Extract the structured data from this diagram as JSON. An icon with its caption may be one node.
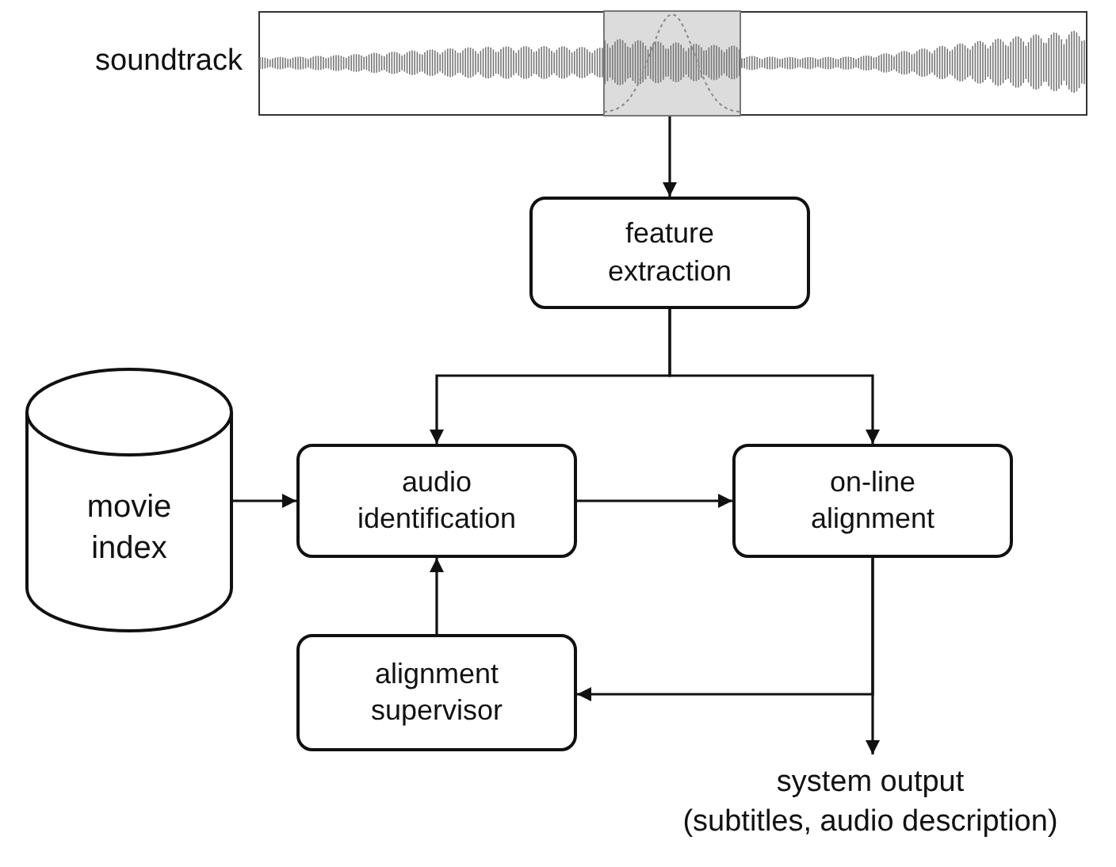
{
  "diagram": {
    "nodes": [
      {
        "text": [],
        "shape": "picture",
        "beside": [
          "soundtrack"
        ]
      },
      {
        "text": [
          "feature extraction"
        ]
      },
      {
        "text": [
          "movie index"
        ]
      },
      {
        "text": [
          "audio identification"
        ]
      },
      {
        "text": [
          "on-line alignment"
        ]
      },
      {
        "text": [
          "alignment supervisor"
        ]
      },
      {
        "text": [
          "system output",
          "(subtitles, audio description)"
        ]
      }
    ],
    "edges": [
      {
        "from": 0,
        "to": 1,
        "arrow": "to"
      },
      {
        "from": 1,
        "to": 3,
        "arrow": "to"
      },
      {
        "from": 1,
        "to": 4,
        "arrow": "to"
      },
      {
        "from": 2,
        "to": 3,
        "arrow": "to"
      },
      {
        "from": 3,
        "to": 4,
        "arrow": "to"
      },
      {
        "from": 4,
        "to": 5,
        "arrow": "to"
      },
      {
        "from": 4,
        "to": 6,
        "arrow": "to"
      },
      {
        "from": 5,
        "to": 3,
        "arrow": "to"
      }
    ]
  }
}
